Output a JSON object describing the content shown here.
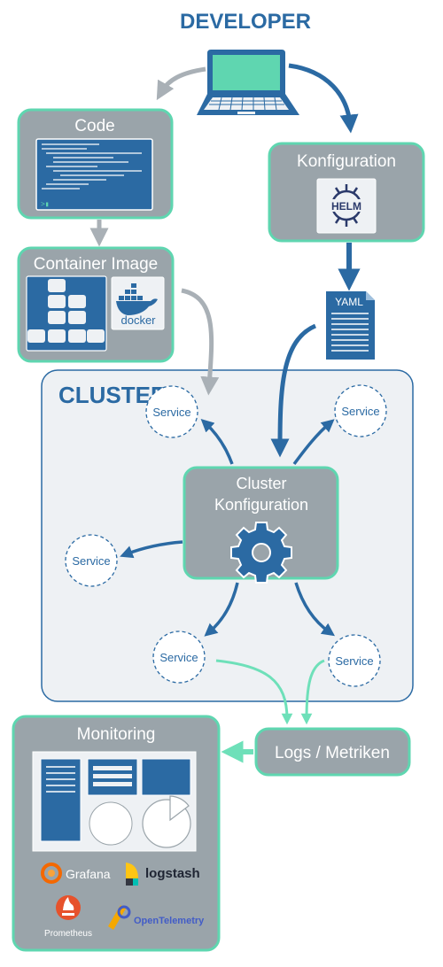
{
  "developer": {
    "title": "DEVELOPER"
  },
  "code": {
    "title": "Code"
  },
  "container_image": {
    "title": "Container Image",
    "docker_label": "docker"
  },
  "konfiguration": {
    "title": "Konfiguration",
    "helm_label": "HELM"
  },
  "yaml": {
    "label": "YAML"
  },
  "cluster": {
    "title": "CLUSTER",
    "config_line1": "Cluster",
    "config_line2": "Konfiguration",
    "services": [
      "Service",
      "Service",
      "Service",
      "Service",
      "Service"
    ]
  },
  "logs": {
    "label": "Logs / Metriken"
  },
  "monitoring": {
    "title": "Monitoring",
    "tools": [
      "Grafana",
      "logstash",
      "Prometheus",
      "OpenTelemetry"
    ]
  },
  "colors": {
    "accent_blue": "#2b6aa3",
    "box_gray": "#9aa4aa",
    "box_border": "#5fd6b0",
    "mint": "#6ee0b9",
    "cluster_bg": "#eef1f4",
    "cluster_border": "#2b6aa3",
    "arrow_gray": "#a9b0b6"
  }
}
